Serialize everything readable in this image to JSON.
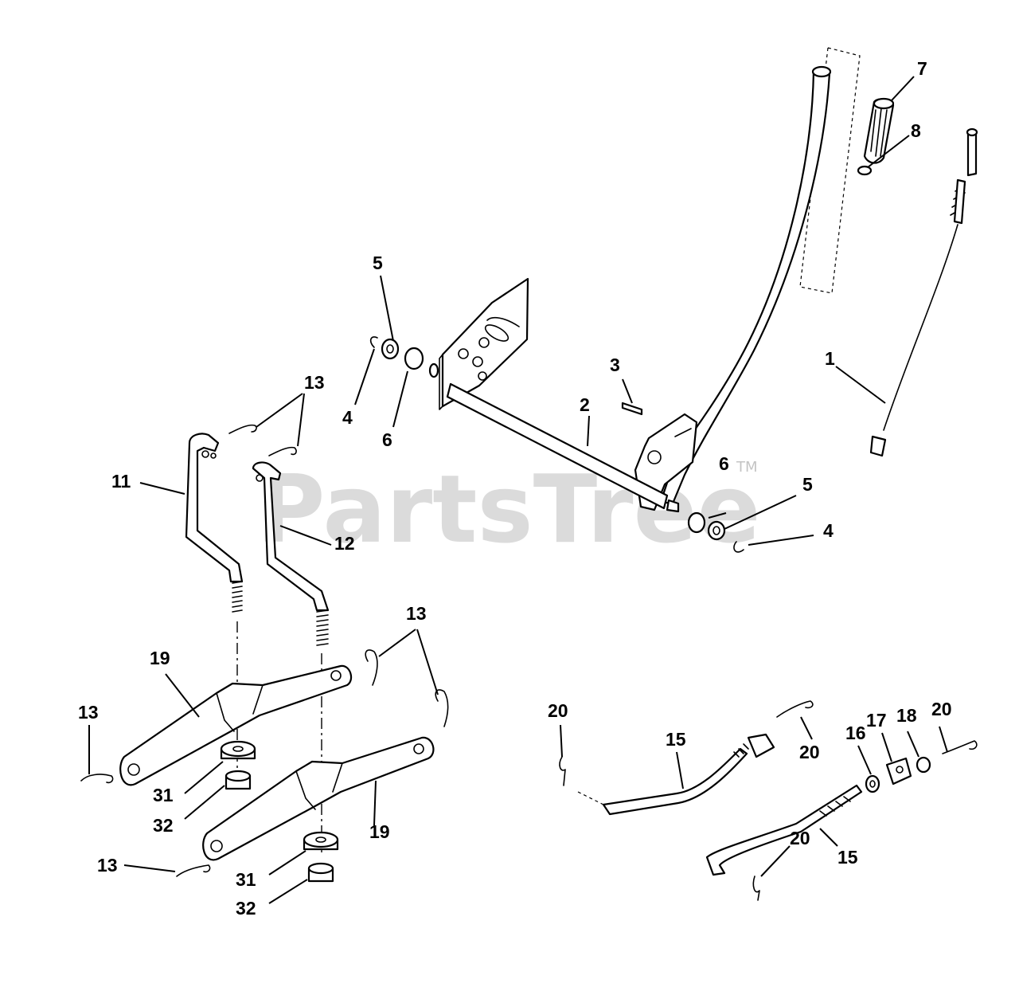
{
  "watermark": {
    "brand": "PartsTree",
    "trademark": "TM"
  },
  "callouts": {
    "c1": "1",
    "c2": "2",
    "c3": "3",
    "c4a": "4",
    "c4b": "4",
    "c5a": "5",
    "c5b": "5",
    "c6a": "6",
    "c6b": "6",
    "c7": "7",
    "c8": "8",
    "c11": "11",
    "c12": "12",
    "c13a": "13",
    "c13b": "13",
    "c13c": "13",
    "c13d": "13",
    "c15a": "15",
    "c15b": "15",
    "c16": "16",
    "c17": "17",
    "c18": "18",
    "c19a": "19",
    "c19b": "19",
    "c20a": "20",
    "c20b": "20",
    "c20c": "20",
    "c20d": "20",
    "c31a": "31",
    "c31b": "31",
    "c32a": "32",
    "c32b": "32"
  },
  "colors": {
    "line": "#000000",
    "background": "#ffffff",
    "watermark": "#c4c4c4"
  }
}
